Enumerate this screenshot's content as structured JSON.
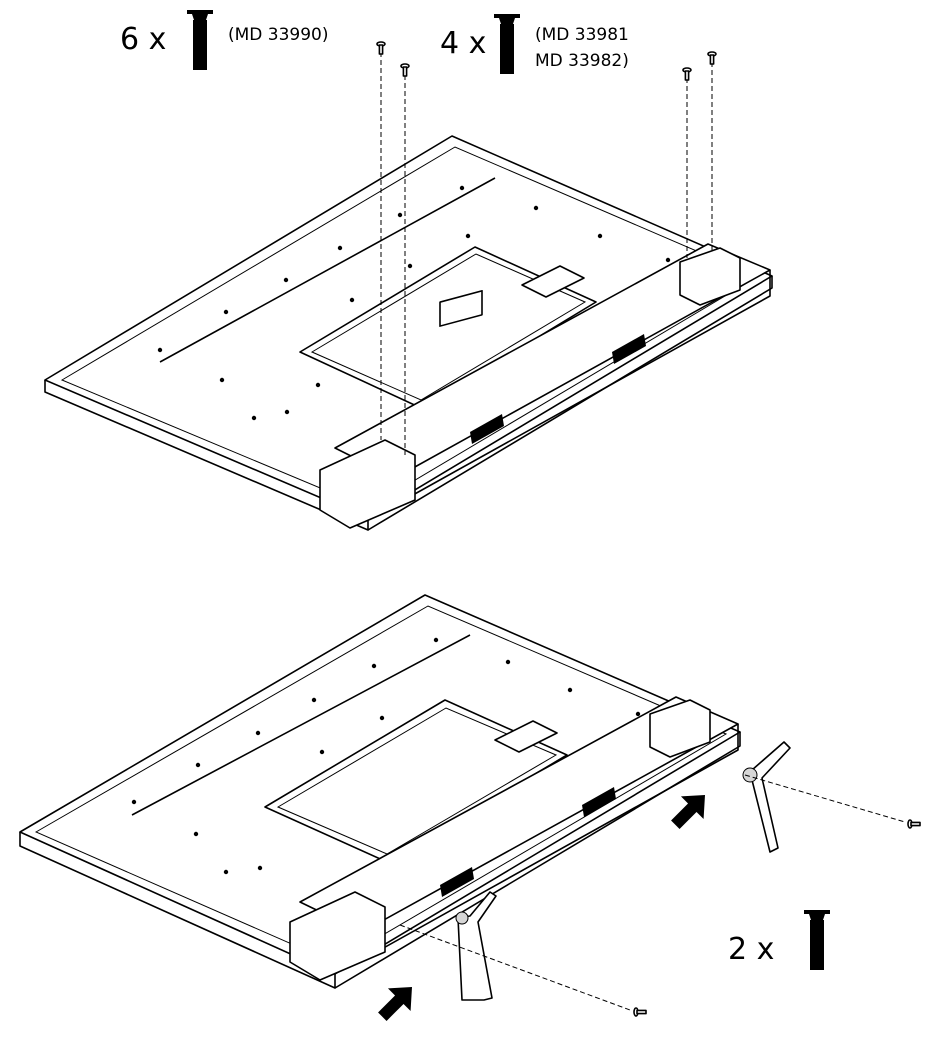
{
  "step1": {
    "screw_a": {
      "qty": "6 x",
      "part": "(MD 33990)"
    },
    "screw_b": {
      "qty": "4 x",
      "part_line1": "(MD 33981",
      "part_line2": "MD 33982)"
    }
  },
  "step2": {
    "screw_c": {
      "qty": "2 x"
    }
  },
  "colors": {
    "ink": "#000000",
    "paper": "#ffffff",
    "shade": "#d6d6d6"
  },
  "icons": [
    "screw-icon",
    "arrow-icon",
    "tv-back-panel",
    "stand-leg"
  ]
}
